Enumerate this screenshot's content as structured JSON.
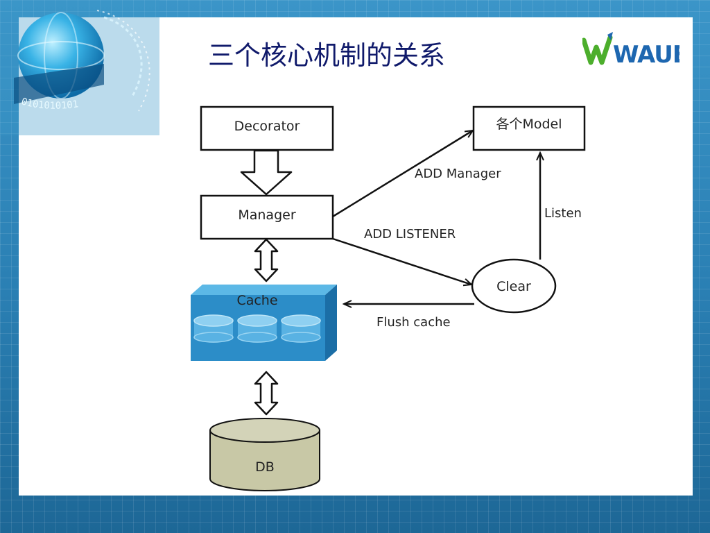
{
  "slide": {
    "title": "三个核心机制的关系",
    "logo_text": "WAUEE"
  },
  "diagram": {
    "nodes": {
      "decorator": "Decorator",
      "manager": "Manager",
      "model": "各个Model",
      "clear": "Clear",
      "cache": "Cache",
      "db": "DB"
    },
    "edges": {
      "add_manager": "ADD Manager",
      "add_listener": "ADD LISTENER",
      "listen": "Listen",
      "flush_cache": "Flush cache"
    }
  },
  "colors": {
    "title": "#101a6b",
    "cache": "#2c8dc8",
    "db": "#c8c8a6",
    "logo_green": "#4cae2c",
    "logo_blue": "#1e67b0"
  },
  "decoration": {
    "binary_text": "0101010101"
  }
}
